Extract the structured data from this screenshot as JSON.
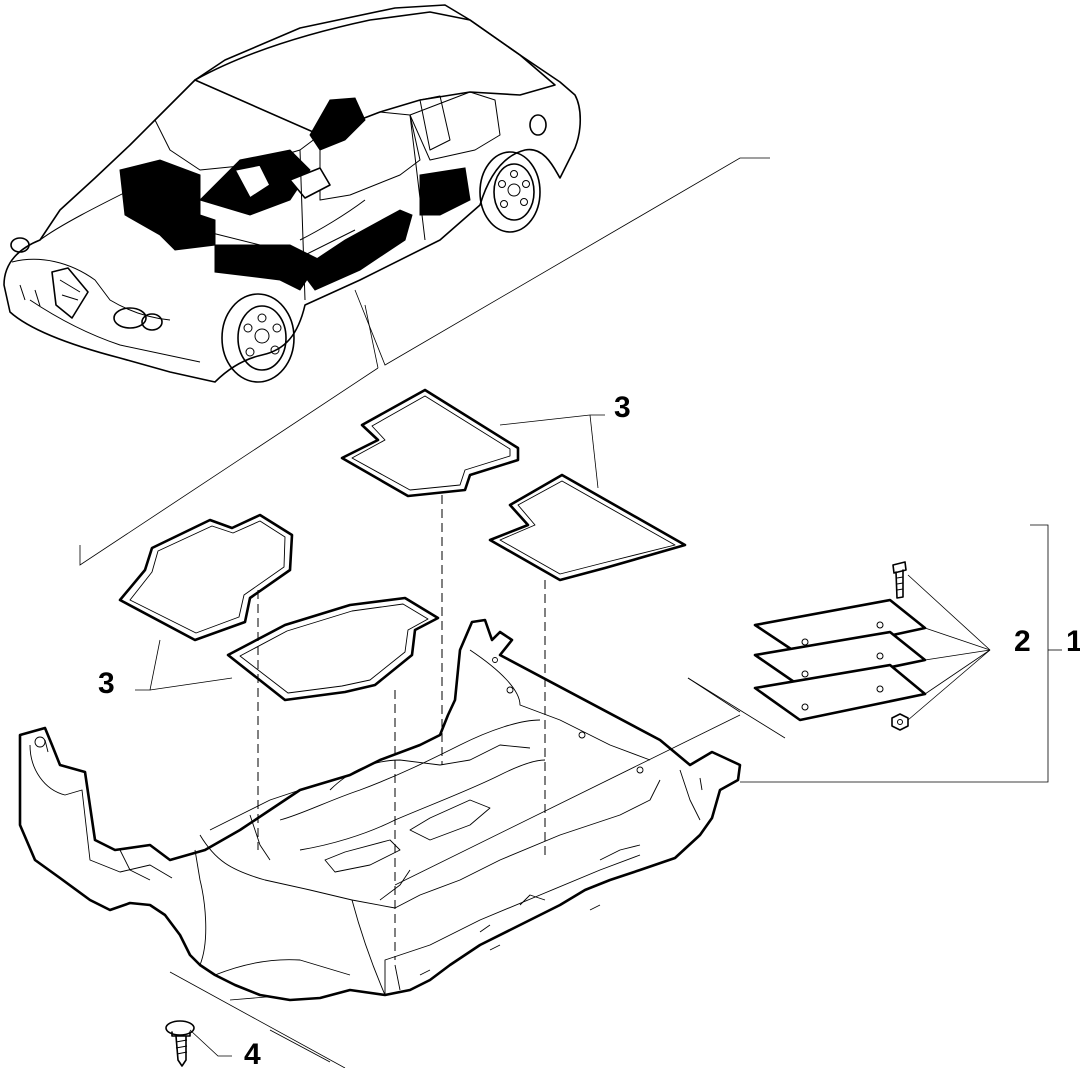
{
  "callouts": {
    "part_1": "1",
    "part_2": "2",
    "part_3_top": "3",
    "part_3_left": "3",
    "part_4": "4"
  },
  "colors": {
    "line": "#000000",
    "background": "#ffffff"
  }
}
